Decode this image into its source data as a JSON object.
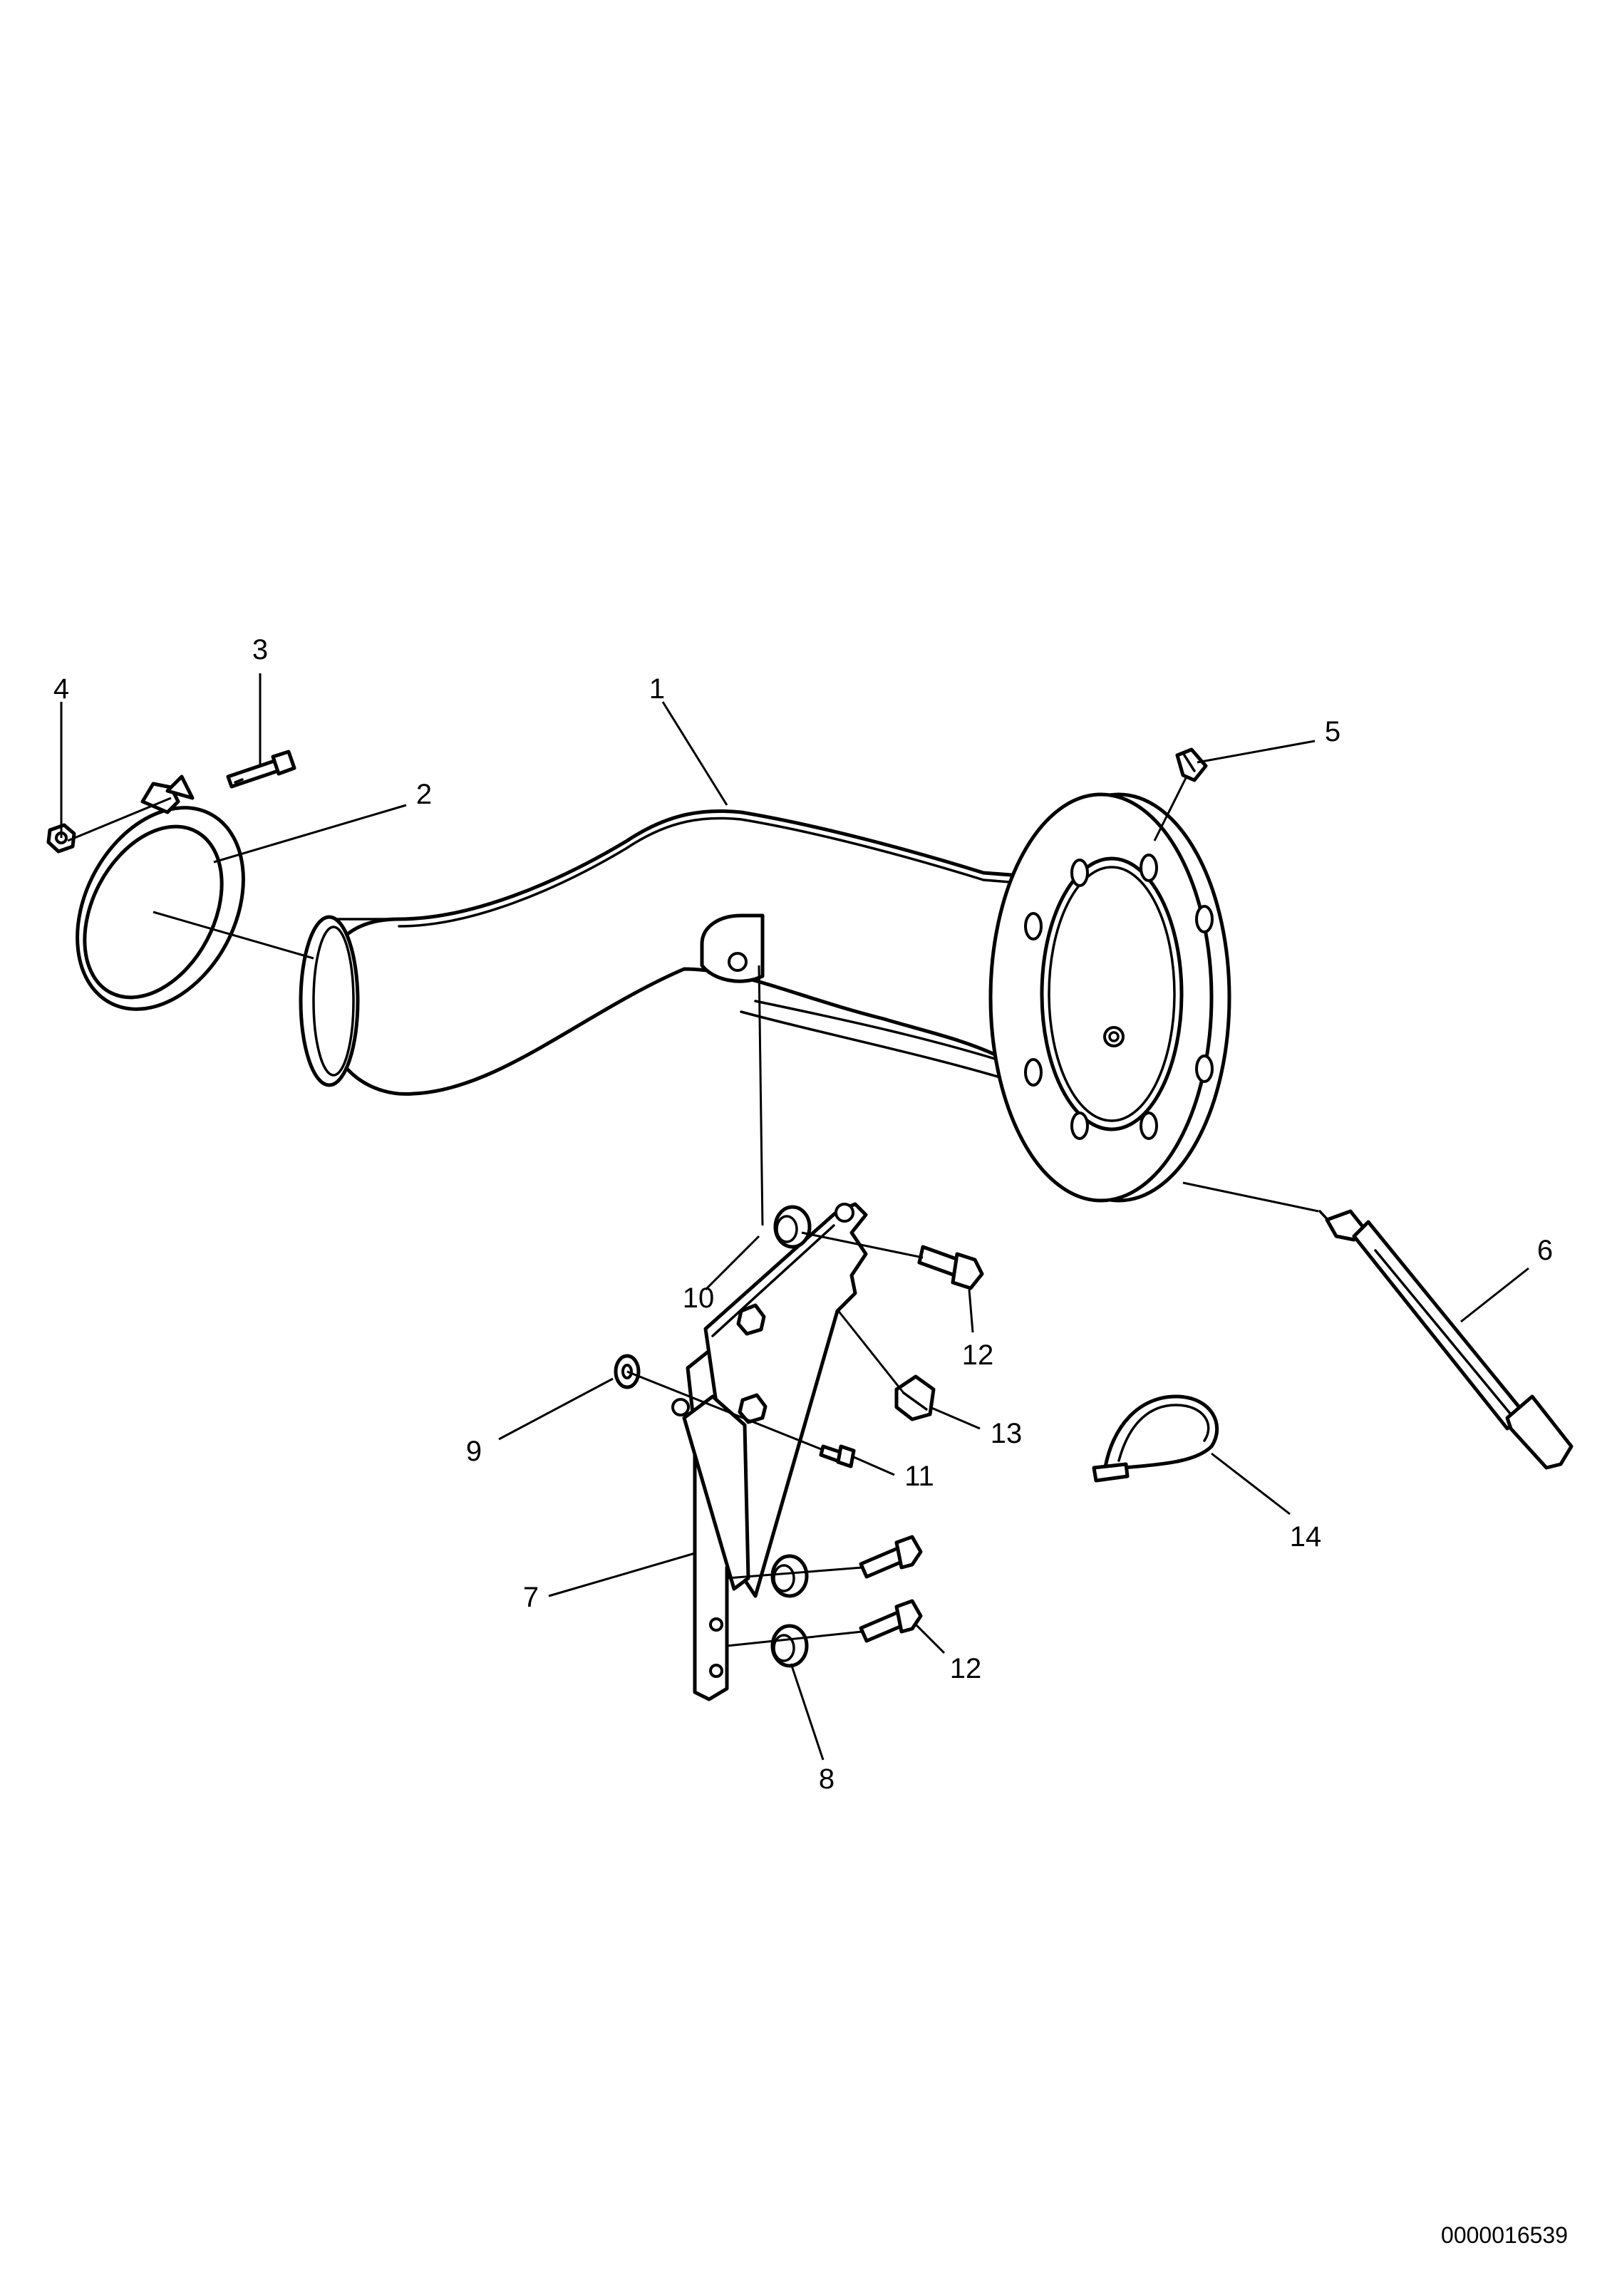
{
  "diagram": {
    "callouts": [
      "1",
      "2",
      "3",
      "4",
      "5",
      "6",
      "7",
      "8",
      "9",
      "10",
      "11",
      "12",
      "12",
      "13",
      "14"
    ],
    "document_id": "0000016539"
  }
}
